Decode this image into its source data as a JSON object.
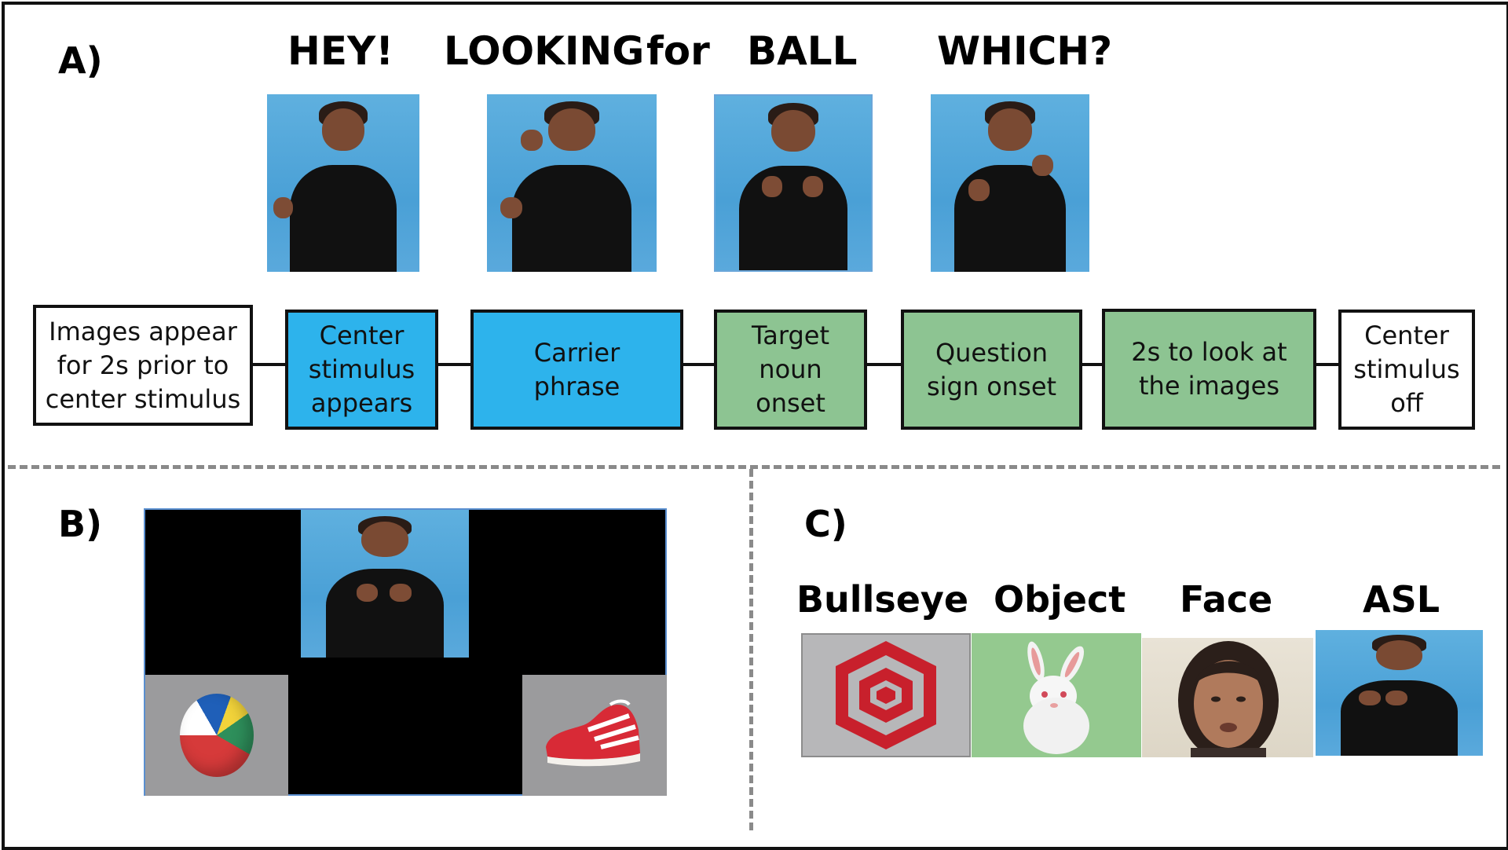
{
  "panels": {
    "a_label": "A)",
    "b_label": "B)",
    "c_label": "C)"
  },
  "signs": [
    "HEY!",
    "LOOKING",
    "for",
    "BALL",
    "WHICH?"
  ],
  "timeline": {
    "boxes": [
      {
        "lines": [
          "Images appear",
          "for 2s prior to",
          "center stimulus"
        ],
        "color": "white"
      },
      {
        "lines": [
          "Center",
          "stimulus",
          "appears"
        ],
        "color": "blue"
      },
      {
        "lines": [
          "Carrier",
          "phrase"
        ],
        "color": "blue"
      },
      {
        "lines": [
          "Target",
          "noun",
          "onset"
        ],
        "color": "green"
      },
      {
        "lines": [
          "Question",
          "sign onset"
        ],
        "color": "green"
      },
      {
        "lines": [
          "2s to look at",
          "the images"
        ],
        "color": "green"
      },
      {
        "lines": [
          "Center",
          "stimulus",
          "off"
        ],
        "color": "white"
      }
    ]
  },
  "conditions": {
    "bullseye": "Bullseye",
    "object": "Object",
    "face": "Face",
    "asl": "ASL"
  },
  "colors": {
    "blue_box": "#2db3ec",
    "green_box": "#8dc492",
    "photo_background": "#4aa0d6",
    "bullseye_red": "#c8202c",
    "dash_line": "#8a8a8a"
  },
  "icons": {
    "photos": "signer-photo",
    "ball": "beach-ball-icon",
    "shoe": "sneaker-icon",
    "bullseye": "hexagon-bullseye-icon",
    "bunny": "rabbit-icon",
    "face": "face-photo"
  }
}
